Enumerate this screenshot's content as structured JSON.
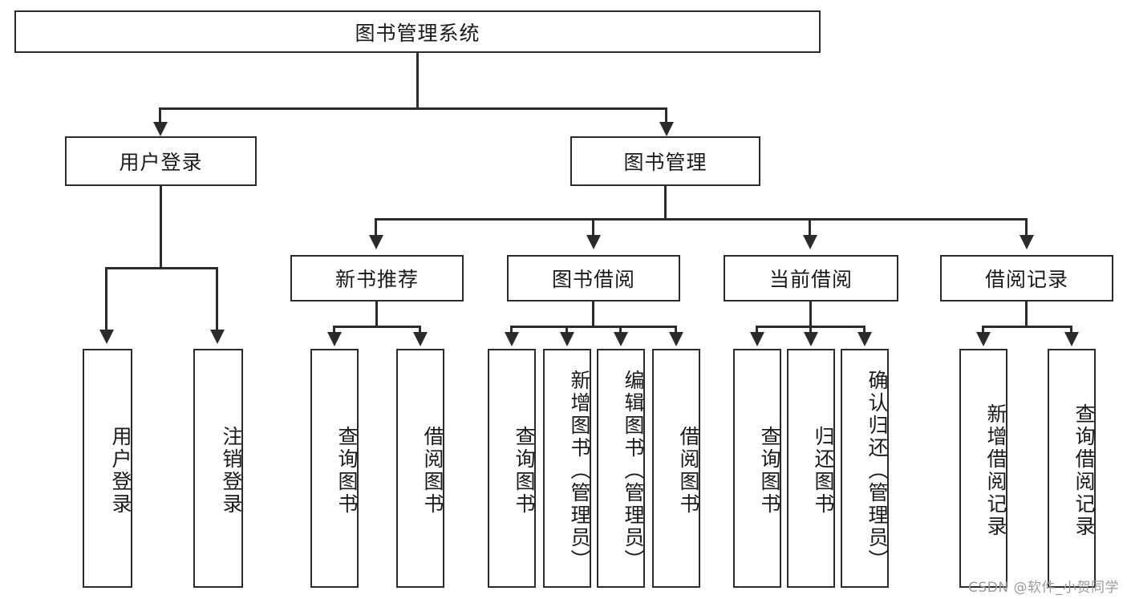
{
  "diagram": {
    "type": "tree-hierarchy",
    "title": "图书管理系统",
    "root": {
      "id": "root",
      "label": "图书管理系统",
      "orientation": "horizontal"
    },
    "level2": [
      {
        "id": "user-login",
        "label": "用户登录",
        "orientation": "horizontal"
      },
      {
        "id": "book-manage",
        "label": "图书管理",
        "orientation": "horizontal"
      }
    ],
    "level3": [
      {
        "id": "new-book-recommend",
        "label": "新书推荐",
        "orientation": "horizontal"
      },
      {
        "id": "book-borrow",
        "label": "图书借阅",
        "orientation": "horizontal"
      },
      {
        "id": "current-borrow",
        "label": "当前借阅",
        "orientation": "horizontal"
      },
      {
        "id": "borrow-record",
        "label": "借阅记录",
        "orientation": "horizontal"
      }
    ],
    "leaves": {
      "user_login": [
        {
          "id": "leaf-user-login",
          "label": "用户登录",
          "orientation": "vertical"
        },
        {
          "id": "leaf-logout",
          "label": "注销登录",
          "orientation": "vertical"
        }
      ],
      "new_book_recommend": [
        {
          "id": "leaf-query-book-1",
          "label": "查询图书",
          "orientation": "vertical"
        },
        {
          "id": "leaf-borrow-book-1",
          "label": "借阅图书",
          "orientation": "vertical"
        }
      ],
      "book_borrow": [
        {
          "id": "leaf-query-book-2",
          "label": "查询图书",
          "orientation": "vertical"
        },
        {
          "id": "leaf-add-book",
          "label": "新增图书（管理员）",
          "orientation": "vertical"
        },
        {
          "id": "leaf-edit-book",
          "label": "编辑图书（管理员）",
          "orientation": "vertical"
        },
        {
          "id": "leaf-borrow-book-2",
          "label": "借阅图书",
          "orientation": "vertical"
        }
      ],
      "current_borrow": [
        {
          "id": "leaf-query-book-3",
          "label": "查询图书",
          "orientation": "vertical"
        },
        {
          "id": "leaf-return-book",
          "label": "归还图书",
          "orientation": "vertical"
        },
        {
          "id": "leaf-confirm-return",
          "label": "确认归还（管理员）",
          "orientation": "vertical"
        }
      ],
      "borrow_record": [
        {
          "id": "leaf-add-record",
          "label": "新增借阅记录",
          "orientation": "vertical"
        },
        {
          "id": "leaf-query-record",
          "label": "查询借阅记录",
          "orientation": "vertical"
        }
      ]
    },
    "colors": {
      "stroke": "#2b2b2b",
      "fill": "#ffffff",
      "text": "#1a1a1a",
      "watermark": "#9a9a9a"
    }
  },
  "watermark": {
    "text": "CSDN @软件_小贺同学"
  }
}
